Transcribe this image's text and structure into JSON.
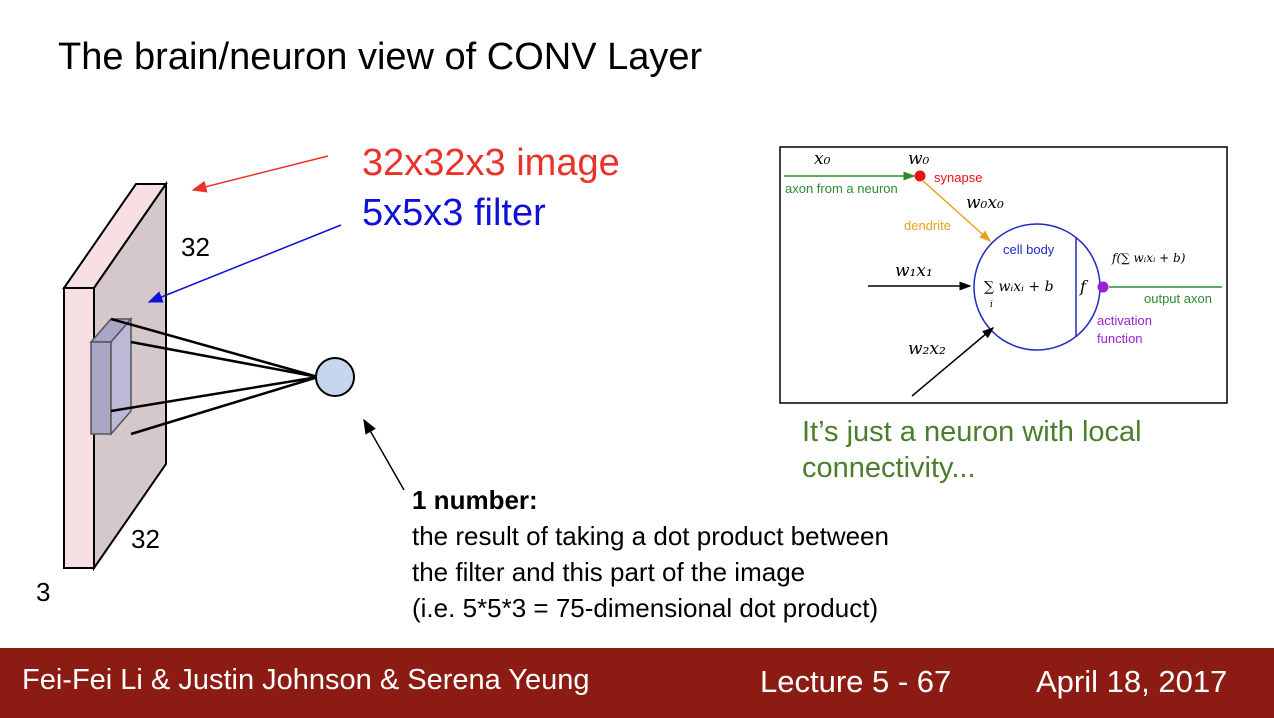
{
  "title": "The brain/neuron view of CONV Layer",
  "volume_label": "32x32x3 image",
  "filter_label": "5x5x3 filter",
  "dims": {
    "height": "32",
    "width": "32",
    "depth": "3"
  },
  "number_note": {
    "heading": "1 number:",
    "line1": "the result of taking a dot product between",
    "line2": "the filter and this part of the image",
    "line3": "(i.e. 5*5*3 = 75-dimensional dot product)"
  },
  "neuron_caption": "It’s just a neuron with local connectivity...",
  "neuron_diagram": {
    "x0": "x₀",
    "w0": "w₀",
    "synapse": "synapse",
    "axon_from": "axon from a neuron",
    "w0x0": "w₀x₀",
    "dendrite": "dendrite",
    "cell_body": "cell body",
    "w1x1": "w₁x₁",
    "sum": "∑ wᵢxᵢ + b",
    "sum_index": "i",
    "f": "f",
    "f_output": "f(∑ wᵢxᵢ + b)",
    "output_axon": "output axon",
    "activation_1": "activation",
    "activation_2": "function",
    "w2x2": "w₂x₂"
  },
  "colors": {
    "red": "#e8332a",
    "blue": "#1010d8",
    "green": "#4a7d2c",
    "footer": "#8c1c13",
    "purple": "#9b1fd6",
    "orange": "#e8a21a"
  },
  "footer": {
    "authors": "Fei-Fei Li & Justin Johnson & Serena Yeung",
    "lecture": "Lecture 5 - 67",
    "date": "April 18, 2017"
  }
}
